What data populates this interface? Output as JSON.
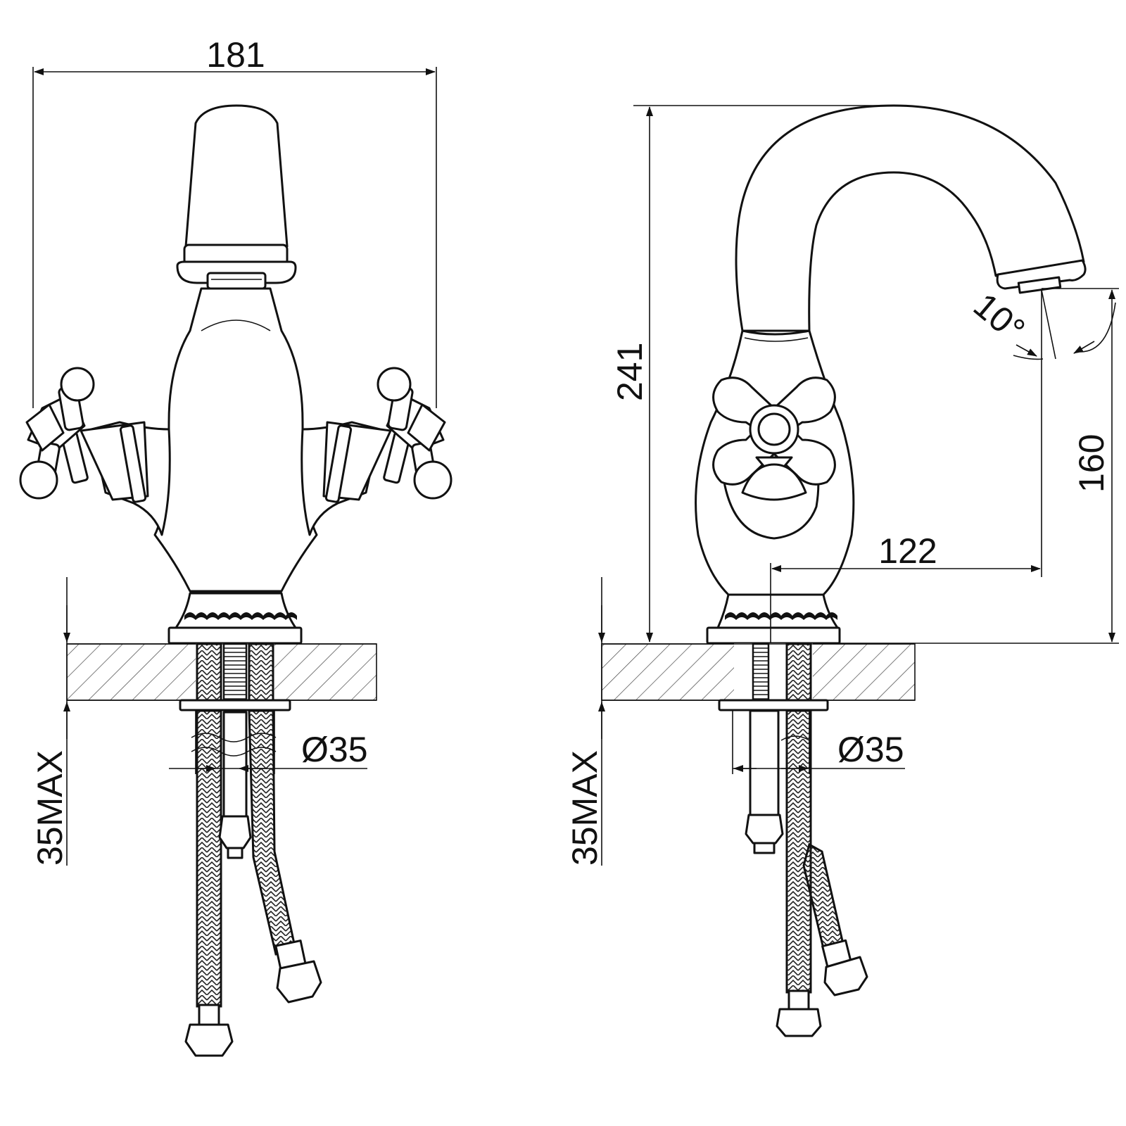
{
  "dimensions": {
    "width_181": "181",
    "height_241": "241",
    "height_160": "160",
    "reach_122": "122",
    "angle_10": "10°",
    "diameter_front": "Ø35",
    "diameter_side": "Ø35",
    "max_front": "35MAX",
    "max_side": "35MAX"
  }
}
